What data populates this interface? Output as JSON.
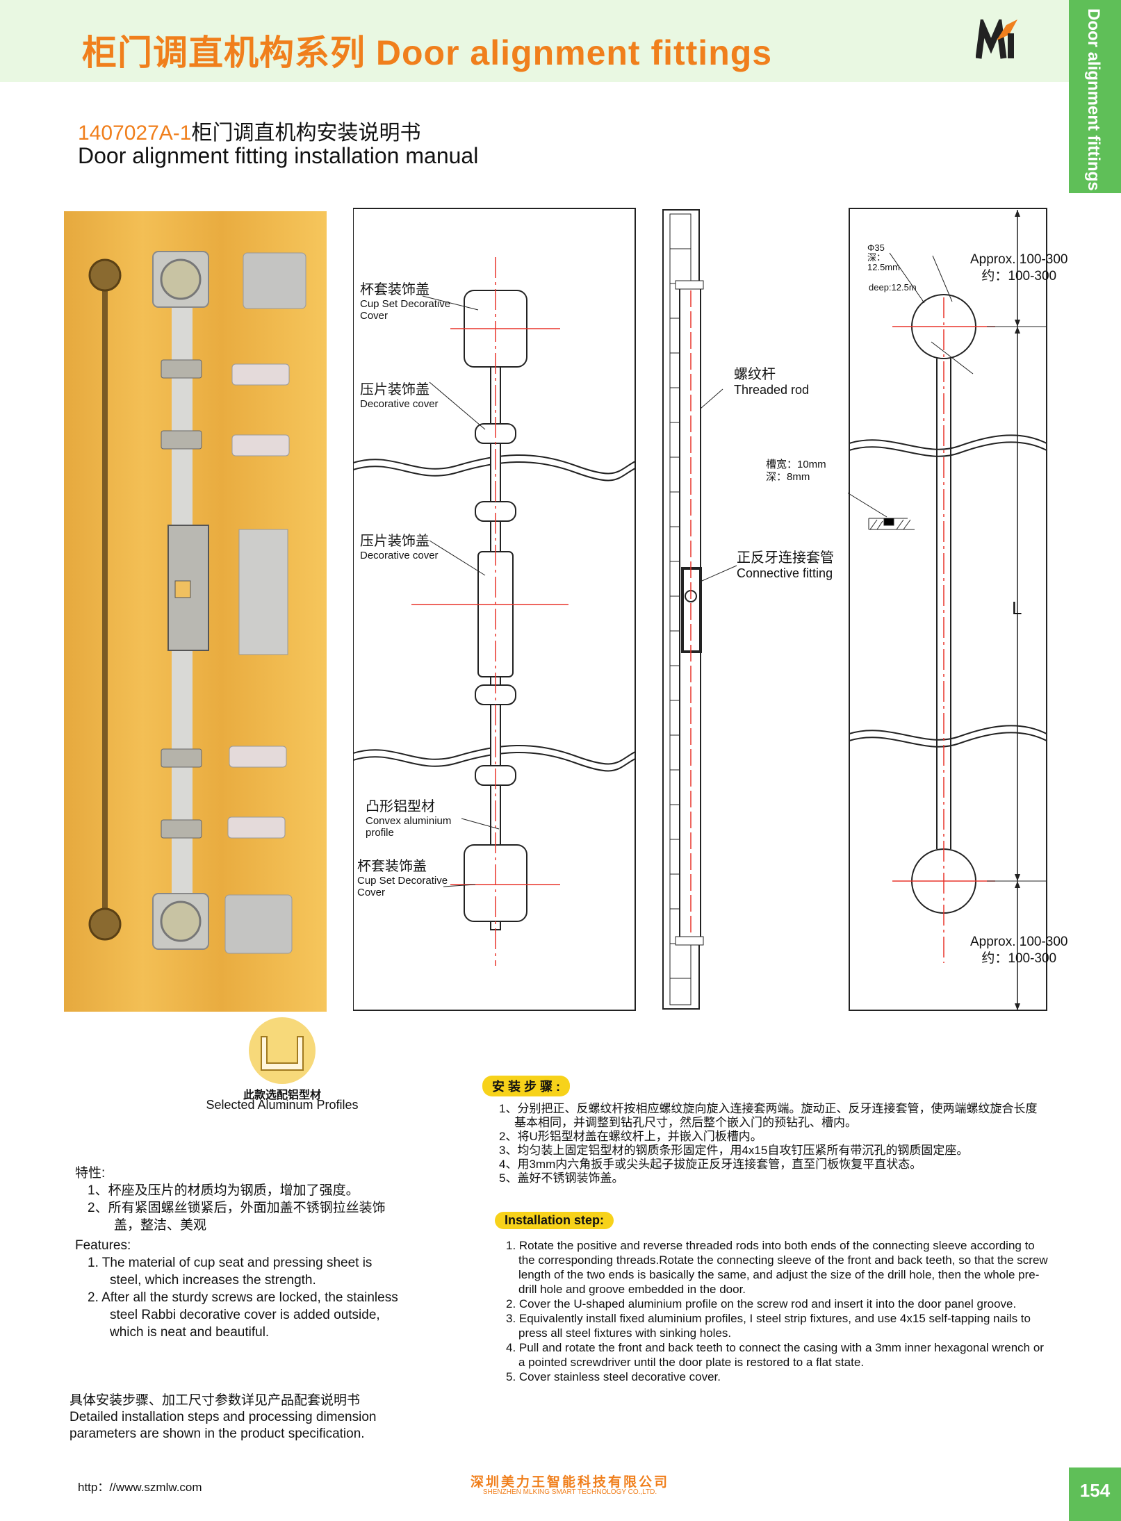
{
  "header": {
    "title": "柜门调直机构系列 Door alignment fittings",
    "side_tab": "Door alignment fittings"
  },
  "manual": {
    "code": "1407027A-1",
    "title_cn": "柜门调直机构安装说明书",
    "title_en": "Door alignment fitting installation manual"
  },
  "diagram": {
    "cup_cover_top": {
      "cn": "杯套装饰盖",
      "en1": "Cup Set Decorative",
      "en2": "Cover"
    },
    "deco_cover_1": {
      "cn": "压片装饰盖",
      "en": "Decorative cover"
    },
    "deco_cover_2": {
      "cn": "压片装饰盖",
      "en": "Decorative cover"
    },
    "convex_profile": {
      "cn": "凸形铝型材",
      "en1": "Convex aluminium",
      "en2": "profile"
    },
    "cup_cover_bottom": {
      "cn": "杯套装饰盖",
      "en1": "Cup Set Decorative",
      "en2": "Cover"
    },
    "threaded_rod": {
      "cn": "螺纹杆",
      "en": "Threaded rod"
    },
    "connective": {
      "cn": "正反牙连接套管",
      "en": "Connective fitting"
    },
    "hole_spec": {
      "dia": "Φ35",
      "deep_cn": "深：",
      "depth": "12.5mm",
      "deep_en": "deep:12.5m"
    },
    "approx_top": {
      "en": "Approx. 100-300",
      "cn": "约：100-300"
    },
    "approx_bottom": {
      "en": "Approx. 100-300",
      "cn": "约：100-300"
    },
    "groove": {
      "width": "槽宽：10mm",
      "depth": "深：8mm"
    },
    "length_label": "L"
  },
  "profile": {
    "cn": "此款选配铝型材",
    "en": "Selected Aluminum Profiles"
  },
  "features": {
    "cn_title": "特性:",
    "cn_items": [
      "1、杯座及压片的材质均为钢质，增加了强度。",
      "2、所有紧固螺丝锁紧后，外面加盖不锈钢拉丝装饰",
      "盖，整洁、美观"
    ],
    "en_title": "Features:",
    "en_items": [
      "1. The material of cup seat and pressing sheet is",
      "steel, which increases the strength.",
      "2. After all the sturdy screws are locked, the stainless",
      "steel Rabbi decorative cover is added outside,",
      "which is neat and beautiful."
    ]
  },
  "details": {
    "cn": "具体安装步骤、加工尺寸参数详见产品配套说明书",
    "en1": "Detailed installation steps and processing dimension",
    "en2": "parameters are shown in the product specification."
  },
  "steps_cn": {
    "badge": "安 装 步 骤 :",
    "items": [
      "1、分别把正、反螺纹杆按相应螺纹旋向旋入连接套两端。旋动正、反牙连接套管，使两端螺纹旋合长度基本相同，并调整到钻孔尺寸，然后整个嵌入门的预钻孔、槽内。",
      "2、将U形铝型材盖在螺纹杆上，并嵌入门板槽内。",
      "3、均匀装上固定铝型材的钢质条形固定件，用4x15自攻钉压紧所有带沉孔的钢质固定座。",
      "4、用3mm内六角扳手或尖头起子拔旋正反牙连接套管，直至门板恢复平直状态。",
      "5、盖好不锈钢装饰盖。"
    ]
  },
  "steps_en": {
    "badge": "Installation step:",
    "items": [
      "1. Rotate the positive and reverse threaded rods into both ends of the connecting sleeve according to the corresponding threads.Rotate the connecting sleeve of the front and back teeth, so that the screw length of the two ends is basically the same, and adjust the size of the drill hole, then the whole pre-drill hole and groove embedded in the door.",
      "2. Cover the U-shaped aluminium profile on the screw rod and insert it into the door panel groove.",
      "3. Equivalently install fixed aluminium profiles, I steel strip fixtures, and use 4x15 self-tapping nails to press all steel fixtures with sinking holes.",
      "4. Pull and rotate the front and back teeth to connect the casing with a 3mm inner hexagonal wrench or a pointed screwdriver until the door plate is restored to a flat state.",
      "5. Cover stainless steel decorative cover."
    ]
  },
  "footer": {
    "url": "http：//www.szmlw.com",
    "company_cn": "深圳美力王智能科技有限公司",
    "company_en": "SHENZHEN MLKING SMART TECHNOLOGY CO.,LTD.",
    "page": "154"
  },
  "colors": {
    "accent": "#f07f1c",
    "green": "#5fbf58",
    "band": "#e9f8e2",
    "badge": "#f7d21a",
    "wood": "#f0b84e",
    "red_line": "#e8332a"
  }
}
